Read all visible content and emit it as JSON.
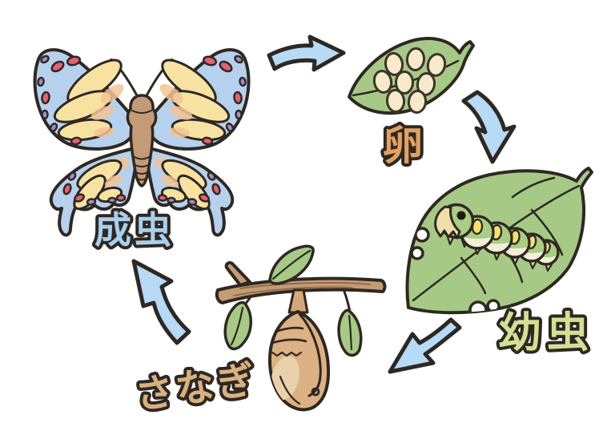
{
  "diagram": {
    "kind": "life-cycle",
    "stage_count": 4
  },
  "stages": {
    "egg": {
      "label": "卵",
      "label_color": "#e2a162",
      "illustration": "eggs-on-leaf"
    },
    "larva": {
      "label": "幼虫",
      "label_color": "#d3e093",
      "illustration": "caterpillar-on-leaf"
    },
    "pupa": {
      "label": "さなぎ",
      "label_color": "#d9b17f",
      "illustration": "chrysalis-on-branch"
    },
    "adult": {
      "label": "成虫",
      "label_color": "#a9cfee",
      "illustration": "butterfly"
    }
  },
  "arrows": [
    {
      "from": "adult",
      "to": "egg"
    },
    {
      "from": "egg",
      "to": "larva"
    },
    {
      "from": "larva",
      "to": "pupa"
    },
    {
      "from": "pupa",
      "to": "adult"
    }
  ],
  "colors": {
    "background": "#ffffff",
    "outline": "#2e2822",
    "arrow_fill": "#b7dbf6",
    "leaf_green": "#a6ca86",
    "egg_cream": "#f7eaca",
    "wing_blue": "#b6d1ed",
    "wing_yellow": "#f8e2a2",
    "wing_orange": "#f3c394",
    "spot_red": "#e6606e",
    "spot_purple": "#a98bcb",
    "body_brown": "#c49b77",
    "caterpillar_green": "#a9cd84",
    "caterpillar_cream": "#f4eed8",
    "caterpillar_spot_yellow": "#f4e16d",
    "caterpillar_face_cream": "#eddfa8",
    "branch_brown": "#c59b74",
    "chrysalis_tan": "#dcb183",
    "chrysalis_light": "#e9d2ab"
  }
}
